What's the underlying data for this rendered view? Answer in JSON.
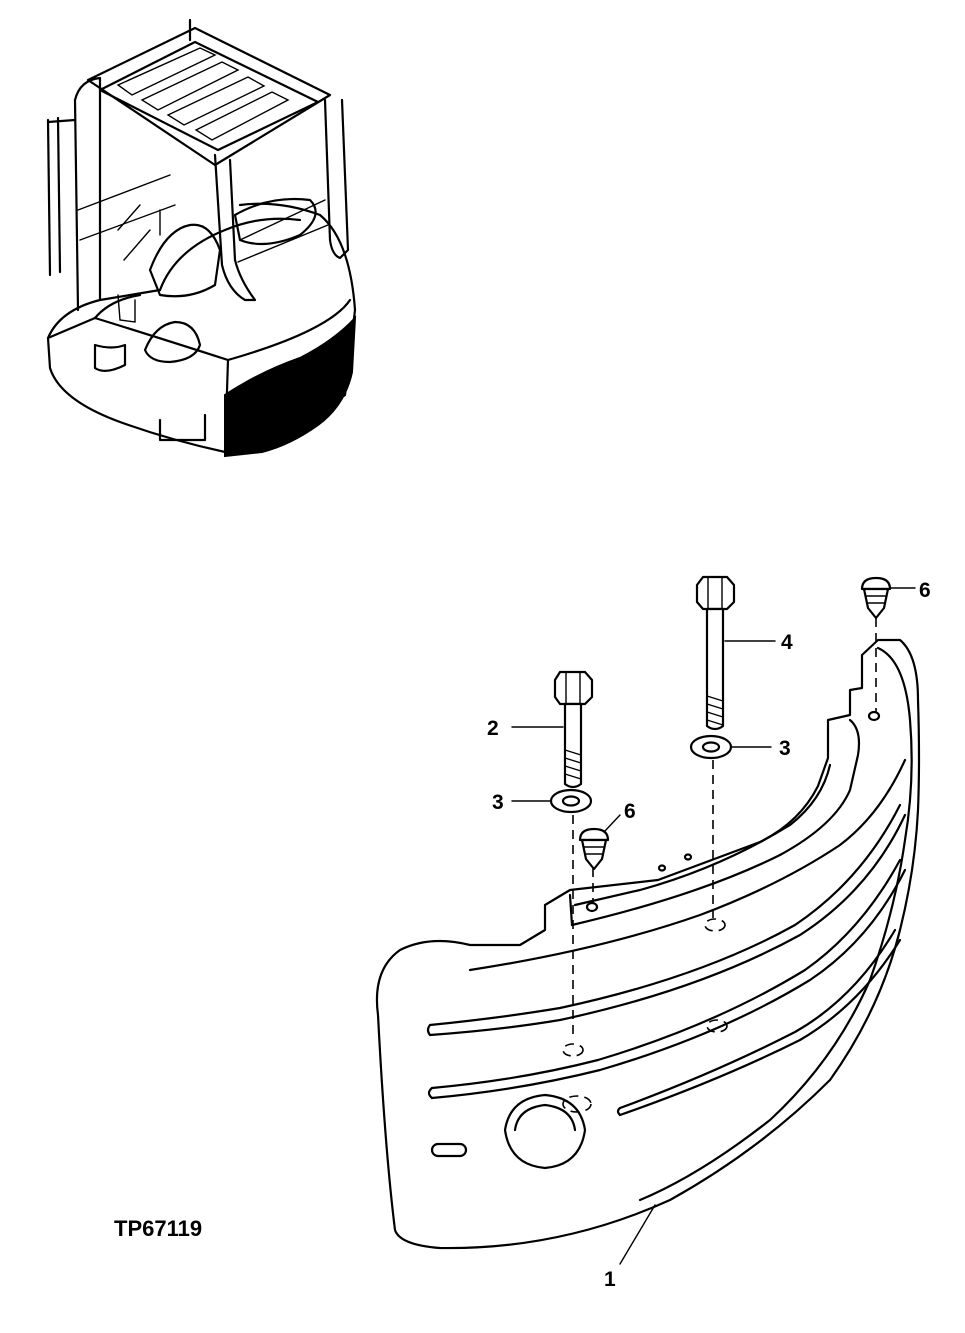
{
  "figure": {
    "id_label": "TP67119"
  },
  "callouts": {
    "c1": "1",
    "c2": "2",
    "c3a": "3",
    "c3b": "3",
    "c4": "4",
    "c6a": "6",
    "c6b": "6"
  },
  "parts": [
    {
      "number": "1",
      "icon": "counterweight-icon"
    },
    {
      "number": "2",
      "icon": "short-bolt-icon"
    },
    {
      "number": "3",
      "icon": "washer-icon"
    },
    {
      "number": "4",
      "icon": "long-bolt-icon"
    },
    {
      "number": "6",
      "icon": "plug-icon"
    }
  ],
  "colors": {
    "line": "#000000",
    "background": "#ffffff",
    "highlight": "#000000"
  }
}
